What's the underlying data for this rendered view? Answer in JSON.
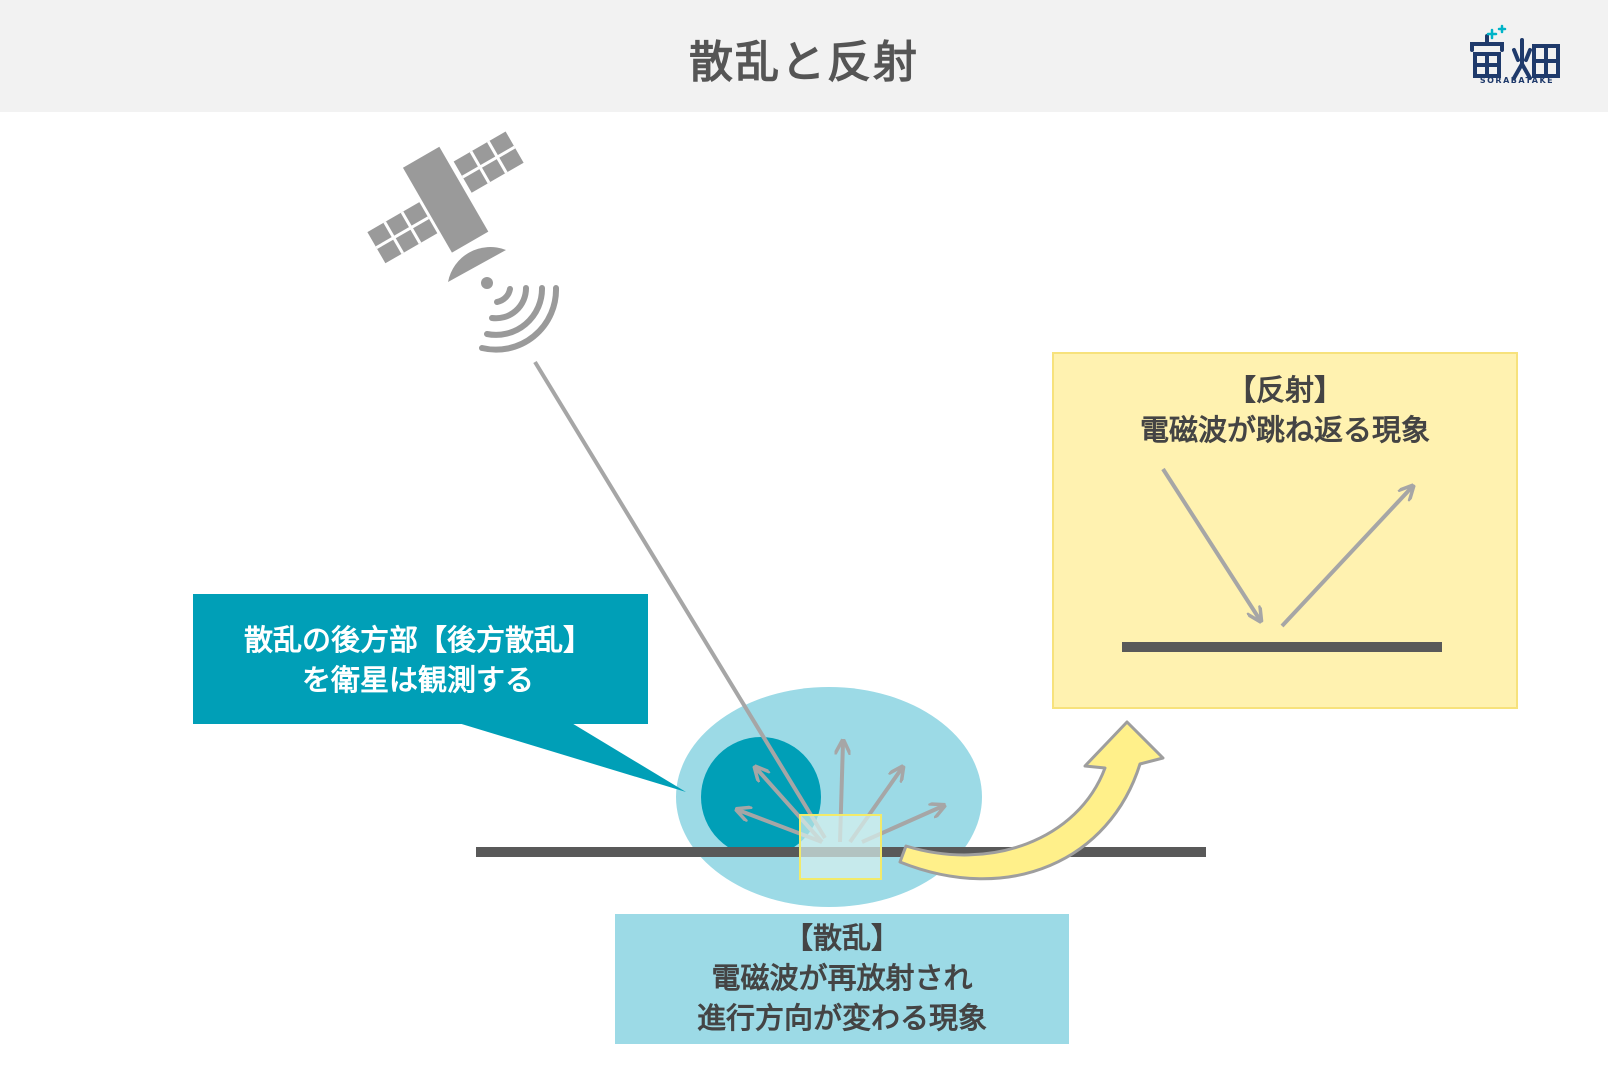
{
  "header": {
    "title": "散乱と反射",
    "logo_text": "宙畑",
    "logo_subtext": "SORABATAKE"
  },
  "callout": {
    "line1": "散乱の後方部【後方散乱】",
    "line2": "を衛星は観測する"
  },
  "scattering": {
    "line1": "【散乱】",
    "line2": "電磁波が再放射され",
    "line3": "進行方向が変わる現象"
  },
  "reflection": {
    "line1": "【反射】",
    "line2": "電磁波が跳ね返る現象"
  },
  "icons": [
    "satellite-icon",
    "signal-waves-icon"
  ],
  "colors": {
    "header_bg": "#f2f2f2",
    "title_text": "#555555",
    "callout_bg": "#009fb7",
    "scatter_ellipse": "#9cdae6",
    "backscatter_circle": "#009fb7",
    "reflect_box_bg": "#fff2b0",
    "curved_arrow": "#fff08a",
    "ray_gray": "#a6a6a6",
    "ground_line": "#595959",
    "logo_navy": "#1f3a6b",
    "logo_cyan": "#00b4c8"
  }
}
